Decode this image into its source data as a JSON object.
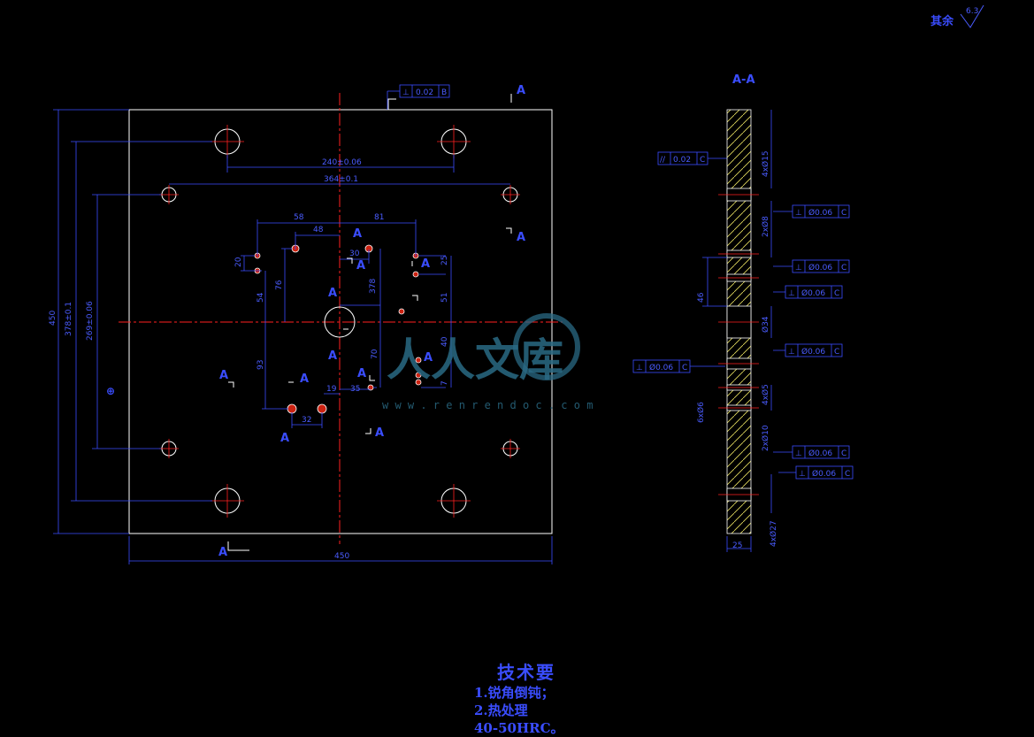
{
  "roughness": {
    "prefix": "其余",
    "value": "6.3"
  },
  "section_title": "A-A",
  "section_marker": "A",
  "tolerances": {
    "top": {
      "symbol": "⊥",
      "value": "0.02",
      "datum": "B"
    },
    "parallel": {
      "symbol": "//",
      "value": "0.02",
      "datum": "C"
    },
    "perp1": {
      "symbol": "⊥",
      "value": "Ø0.06",
      "datum": "C"
    },
    "perp2": {
      "symbol": "⊥",
      "value": "Ø0.06",
      "datum": "C"
    },
    "perp3": {
      "symbol": "⊥",
      "value": "Ø0.06",
      "datum": "C"
    },
    "perp4": {
      "symbol": "⊥",
      "value": "Ø0.06",
      "datum": "C"
    },
    "perp5": {
      "symbol": "⊥",
      "value": "Ø0.06",
      "datum": "C"
    },
    "perp6": {
      "symbol": "⊥",
      "value": "Ø0.06",
      "datum": "C"
    },
    "left": {
      "symbol": "⊥",
      "value": "Ø0.06",
      "datum": "C"
    }
  },
  "dimensions": {
    "width": "450",
    "height": "450",
    "h_outer": "240±0.06",
    "h_inner": "364±0.1",
    "v_outer": "378±0.1",
    "v_inner": "269±0.06",
    "d58": "58",
    "d81": "81",
    "d48": "48",
    "d30": "30",
    "d20": "20",
    "d76": "76",
    "d54": "54",
    "d378b": "378",
    "d51": "51",
    "d40": "40",
    "d93": "93",
    "d70": "70",
    "d19": "19",
    "d35": "35",
    "d32": "32",
    "d7": "7",
    "d25": "25",
    "s_4x15": "4xØ15",
    "s_2x48": "2xØ8",
    "s_46": "46",
    "s_d34": "Ø34",
    "s_4xd5": "4xØ5",
    "s_6xd6": "6xØ6",
    "s_2xd10": "2xØ10",
    "s_4xd27": "4xØ27"
  },
  "datum_symbol": "⊕",
  "watermark": {
    "brand": "人人文库",
    "url": "w w w . r e n r e n d o c . c o m"
  },
  "notes": {
    "title": "技术要",
    "lines": [
      "1.锐角倒钝；",
      "2.热处理",
      "40-50HRC。"
    ]
  }
}
